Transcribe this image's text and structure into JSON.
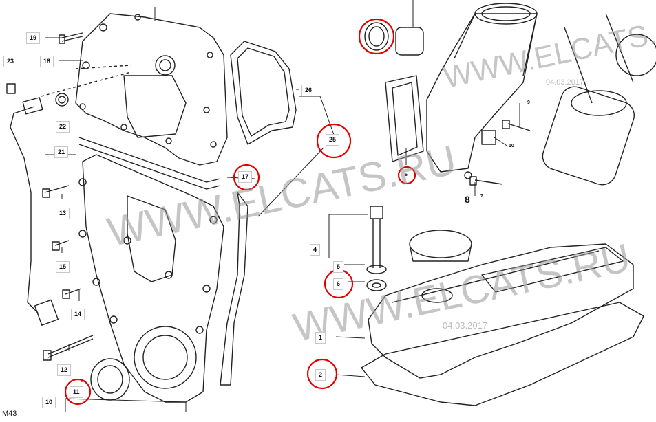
{
  "labels": {
    "l1": "1",
    "l2": "2",
    "l4": "4",
    "l5": "5",
    "l6a": "6",
    "l6b": "6",
    "l7": "7",
    "l8": "8",
    "l9": "9",
    "l10a": "10",
    "l10b": "10",
    "l11": "11",
    "l12": "12",
    "l13": "13",
    "l14": "14",
    "l15": "15",
    "l17": "17",
    "l18": "18",
    "l19": "19",
    "l21": "21",
    "l22": "22",
    "l23": "23",
    "l25": "25",
    "l26": "26"
  },
  "diagram_code": "M43",
  "watermarks": {
    "w1": "WWW.ELCATS.RU",
    "w2": "WWW.ELCATS.RU",
    "w3": "WWW.ELCATS.RU"
  },
  "dates": {
    "d1": "04.03.2017",
    "d2": "04.03.2017"
  },
  "highlight_color": "#e00000"
}
